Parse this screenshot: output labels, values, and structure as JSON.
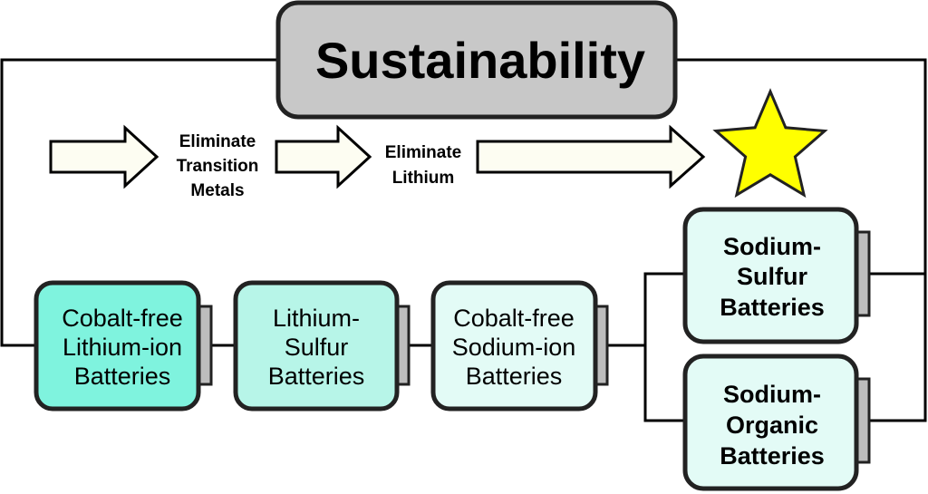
{
  "title": "Sustainability",
  "steps": [
    {
      "lines": [
        "Eliminate",
        "Transition",
        "Metals"
      ]
    },
    {
      "lines": [
        "Eliminate",
        "Lithium"
      ]
    }
  ],
  "batteries": [
    {
      "id": "cobalt-free-lithium-ion",
      "lines": [
        "Cobalt-free",
        "Lithium-ion",
        "Batteries"
      ],
      "color": "#7ff3de"
    },
    {
      "id": "lithium-sulfur",
      "lines": [
        "Lithium-",
        "Sulfur",
        "Batteries"
      ],
      "color": "#b7f5e8"
    },
    {
      "id": "cobalt-free-sodium-ion",
      "lines": [
        "Cobalt-free",
        "Sodium-ion",
        "Batteries"
      ],
      "color": "#e3fbf6"
    },
    {
      "id": "sodium-sulfur",
      "lines": [
        "Sodium-",
        "Sulfur",
        "Batteries"
      ],
      "color": "#e3fbf6",
      "bold": true
    },
    {
      "id": "sodium-organic",
      "lines": [
        "Sodium-",
        "Organic",
        "Batteries"
      ],
      "color": "#e3fbf6",
      "bold": true
    }
  ],
  "colors": {
    "title_box": "#c8c8c8",
    "arrow_fill": "#fdfdf2",
    "star": "#ffff00",
    "battery_cap": "#bdbdbd"
  },
  "icons": {
    "goal": "star-icon",
    "progress": "arrow-right-icon"
  }
}
